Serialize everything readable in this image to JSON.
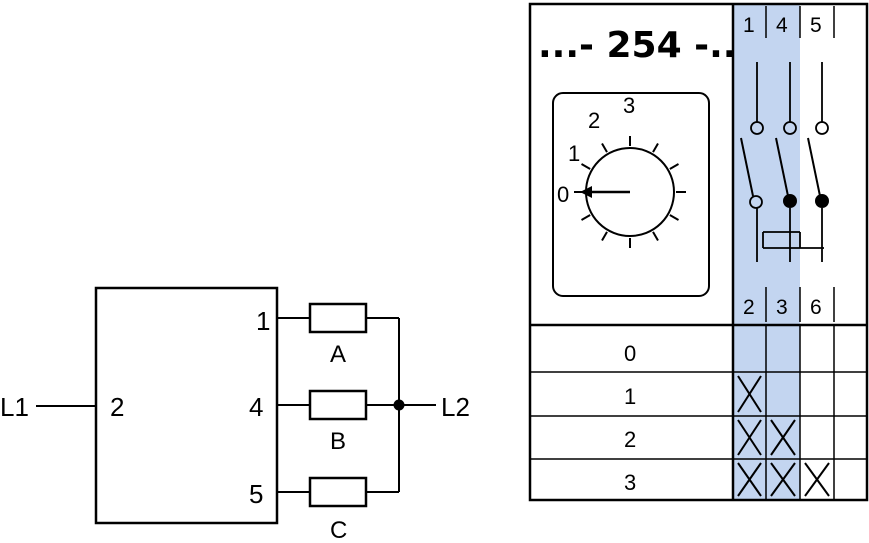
{
  "colors": {
    "line": "#000000",
    "highlight": "#c3d5f0",
    "background": "#ffffff"
  },
  "circuit": {
    "supply_left": "L1",
    "supply_right": "L2",
    "box_terminal": "2",
    "outputs": [
      {
        "terminal": "1",
        "load": "A"
      },
      {
        "terminal": "4",
        "load": "B"
      },
      {
        "terminal": "5",
        "load": "C"
      }
    ]
  },
  "switch_panel": {
    "model_code": "...- 254 -..",
    "contact_top": [
      "1",
      "4",
      "5"
    ],
    "contact_bottom": [
      "2",
      "3",
      "6"
    ],
    "dial_positions": [
      "0",
      "1",
      "2",
      "3"
    ],
    "position_table": [
      {
        "position": "0",
        "closed": [
          false,
          false,
          false
        ]
      },
      {
        "position": "1",
        "closed": [
          true,
          false,
          false
        ]
      },
      {
        "position": "2",
        "closed": [
          true,
          true,
          false
        ]
      },
      {
        "position": "3",
        "closed": [
          true,
          true,
          true
        ]
      }
    ]
  }
}
